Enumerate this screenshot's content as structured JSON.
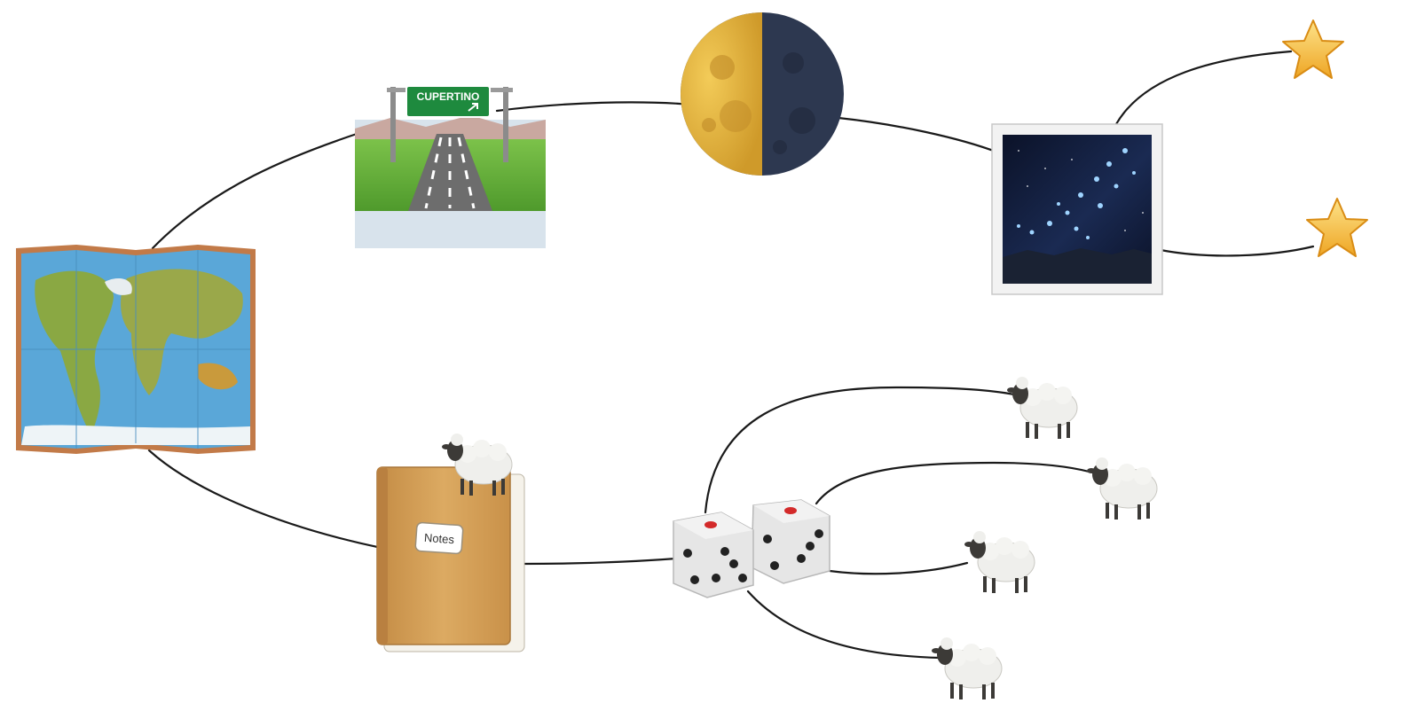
{
  "diagram": {
    "type": "mind-map",
    "nodes": [
      {
        "id": "map",
        "icon": "world-map-icon"
      },
      {
        "id": "highway",
        "icon": "motorway-icon",
        "sign_text": "CUPERTINO"
      },
      {
        "id": "moon",
        "icon": "first-quarter-moon-icon"
      },
      {
        "id": "night-sky",
        "icon": "milky-way-icon"
      },
      {
        "id": "star-1",
        "icon": "star-icon"
      },
      {
        "id": "star-2",
        "icon": "star-icon"
      },
      {
        "id": "notebook",
        "icon": "notebook-icon",
        "label_text": "Notes"
      },
      {
        "id": "sheep-on-notebook",
        "icon": "sheep-icon"
      },
      {
        "id": "dice",
        "icon": "dice-icon"
      },
      {
        "id": "sheep-1",
        "icon": "sheep-icon"
      },
      {
        "id": "sheep-2",
        "icon": "sheep-icon"
      },
      {
        "id": "sheep-3",
        "icon": "sheep-icon"
      },
      {
        "id": "sheep-4",
        "icon": "sheep-icon"
      }
    ],
    "edges": [
      [
        "map",
        "highway"
      ],
      [
        "highway",
        "moon"
      ],
      [
        "moon",
        "night-sky"
      ],
      [
        "night-sky",
        "star-1"
      ],
      [
        "night-sky",
        "star-2"
      ],
      [
        "map",
        "notebook"
      ],
      [
        "notebook",
        "dice"
      ],
      [
        "dice",
        "sheep-1"
      ],
      [
        "dice",
        "sheep-2"
      ],
      [
        "dice",
        "sheep-3"
      ],
      [
        "dice",
        "sheep-4"
      ]
    ],
    "colors": {
      "line": "#1a1a1a",
      "map_water": "#5aa7d8",
      "map_land": "#8aa843",
      "map_border": "#b86a3a",
      "sign_green": "#1e8a3e",
      "grass": "#6bb43a",
      "road": "#6d6d6d",
      "moon_lit": "#e7b53a",
      "moon_dark": "#2d3850",
      "sky": "#0f1a33",
      "star": "#f5c33b",
      "notebook": "#d6a35a",
      "die": "#e6e6e6",
      "sheep_wool": "#ededeb",
      "sheep_face": "#3c3a37"
    }
  }
}
